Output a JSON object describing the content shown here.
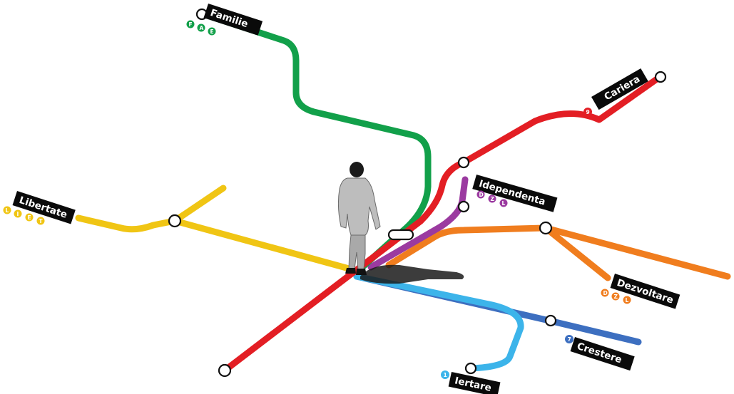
{
  "colors": {
    "green": "#12a04a",
    "red": "#e31e24",
    "purple": "#9b3aa0",
    "orange": "#f07d1e",
    "yellow": "#f0c514",
    "blue": "#3d6fc0",
    "lightblue": "#3cb4ea"
  },
  "lines": {
    "familie": {
      "name": "Familie",
      "badges": [
        "F",
        "A",
        "E"
      ],
      "color": "#12a04a"
    },
    "cariera": {
      "name": "Cariera",
      "badges": [
        "9"
      ],
      "color": "#e31e24"
    },
    "idependenta": {
      "name": "Idependenta",
      "badges": [
        "D",
        "Z",
        "L"
      ],
      "color": "#9b3aa0"
    },
    "libertate": {
      "name": "Libertate",
      "badges": [
        "L",
        "I",
        "E",
        "T"
      ],
      "color": "#f0c514"
    },
    "dezvoltare": {
      "name": "Dezvoltare",
      "badges": [
        "D",
        "Z",
        "L"
      ],
      "color": "#f07d1e"
    },
    "crestere": {
      "name": "Crestere",
      "badges": [
        "7"
      ],
      "color": "#3d6fc0"
    },
    "iertare": {
      "name": "Iertare",
      "badges": [
        "1"
      ],
      "color": "#3cb4ea"
    }
  }
}
